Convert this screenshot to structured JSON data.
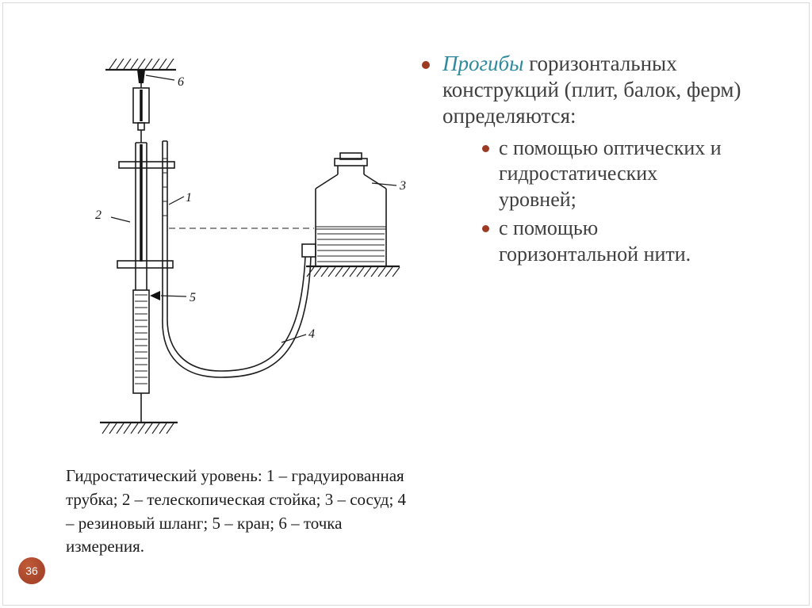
{
  "slide": {
    "number": "36"
  },
  "colors": {
    "accent": "#2e8a9c",
    "bullet": "#9c3a23",
    "badge": "#a8462b"
  },
  "content": {
    "main_bullet": {
      "lead": "Прогибы",
      "rest": " горизонтальных конструкций (плит, балок, ферм) определяются:"
    },
    "sub_bullets": [
      "с помощью оптических и гидростатических уровней;",
      "с помощью горизонтальной нити."
    ]
  },
  "caption": {
    "text": "Гидростатический уровень: 1 – градуированная трубка; 2 – телескопическая стойка; 3 – сосуд; 4 – резиновый шланг; 5 – кран; 6 – точка измерения."
  },
  "diagram": {
    "labels": {
      "n1": "1",
      "n2": "2",
      "n3": "3",
      "n4": "4",
      "n5": "5",
      "n6": "6"
    }
  }
}
